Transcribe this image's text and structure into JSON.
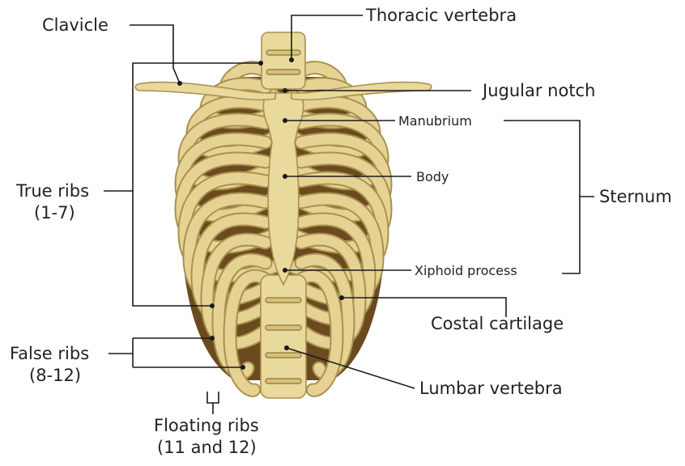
{
  "labels": {
    "clavicle": "Clavicle",
    "thoracic_vertebra": "Thoracic vertebra",
    "jugular_notch": "Jugular notch",
    "manubrium": "Manubrium",
    "body": "Body",
    "sternum": "Sternum",
    "true_ribs_line1": "True ribs",
    "true_ribs_line2": "(1-7)",
    "xiphoid_process": "Xiphoid process",
    "costal_cartilage": "Costal cartilage",
    "false_ribs_line1": "False ribs",
    "false_ribs_line2": "(8-12)",
    "lumbar_vertebra": "Lumbar vertebra",
    "floating_ribs_line1": "Floating ribs",
    "floating_ribs_line2": "(11 and 12)"
  },
  "colors": {
    "bone": "#e9d99c",
    "bone_outline": "#a8914f",
    "cavity": "#6b4a1f",
    "text": "#222222"
  }
}
